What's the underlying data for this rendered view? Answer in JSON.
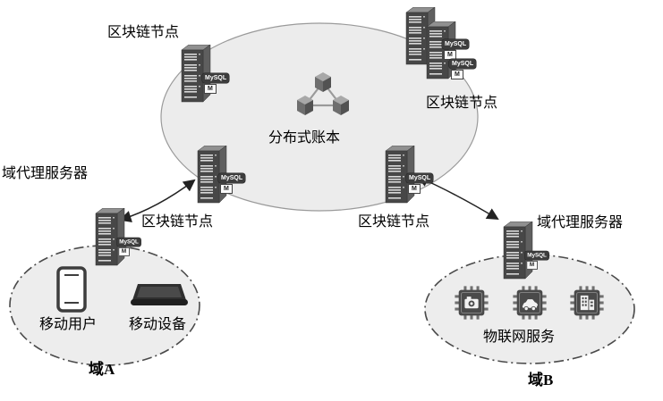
{
  "ledger": {
    "label": "分布式账本"
  },
  "blockchain_nodes": {
    "top_left": {
      "label": "区块链节点"
    },
    "top_right": {
      "label": "区块链节点"
    },
    "bottom_left": {
      "label": "区块链节点"
    },
    "bottom_right": {
      "label": "区块链节点"
    }
  },
  "proxies": {
    "left": {
      "label": "域代理服务器"
    },
    "right": {
      "label": "域代理服务器"
    }
  },
  "domain_a": {
    "name": "域A",
    "mobile_user_label": "移动用户",
    "mobile_device_label": "移动设备"
  },
  "domain_b": {
    "name": "域B",
    "iot_service_label": "物联网服务"
  },
  "mysql_badge": {
    "label": "MySQL",
    "sub_label": "M"
  },
  "icons": {
    "server": "server-rack-icon",
    "ledger": "linked-cubes-icon",
    "phone": "smartphone-icon",
    "device": "mobile-device-icon",
    "chip_camera": "camera-chip-icon",
    "chip_car": "car-chip-icon",
    "chip_building": "building-chip-icon"
  },
  "colors": {
    "network_ellipse_fill": "#ececec",
    "domain_ellipse_fill": "#ededed",
    "icon_dark": "#474747",
    "arrow": "#222222"
  }
}
